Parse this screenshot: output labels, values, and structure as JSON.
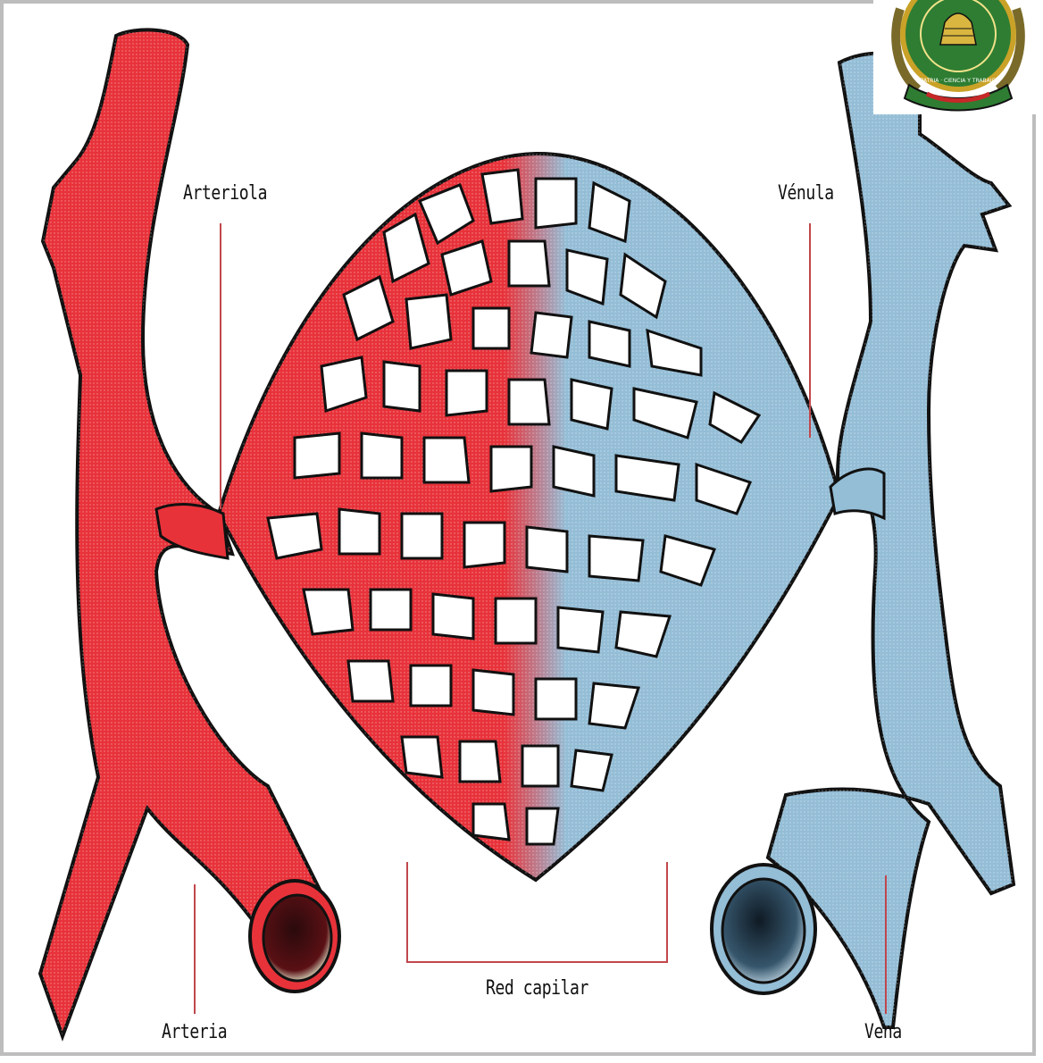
{
  "labels": {
    "arteriola": "Arteriola",
    "venula": "Vénula",
    "red_capilar": "Red capilar",
    "arteria": "Arteria",
    "vena": "Vena"
  },
  "seal": {
    "motto": "PATRIA · CIENCIA Y TRABAJO"
  },
  "colors": {
    "artery": "#e8323a",
    "artery_dark": "#8c1118",
    "vein": "#94bdd6",
    "vein_dark": "#2c4a5e",
    "leader_line": "#c0474c"
  }
}
